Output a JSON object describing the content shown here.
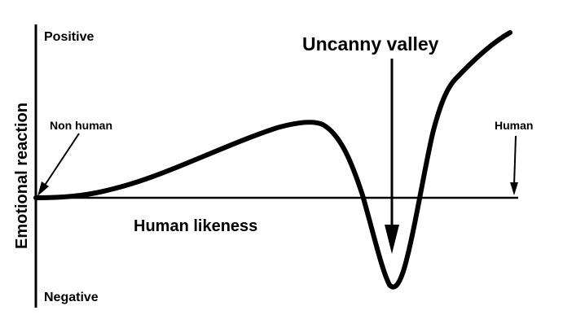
{
  "diagram": {
    "title": "Uncanny valley",
    "y_axis_label": "Emotional reaction",
    "x_axis_label": "Human likeness",
    "top_label": "Positive",
    "bottom_label": "Negative",
    "start_label": "Non human",
    "end_label": "Human"
  },
  "colors": {
    "ink": "#000000",
    "background": "#ffffff"
  }
}
